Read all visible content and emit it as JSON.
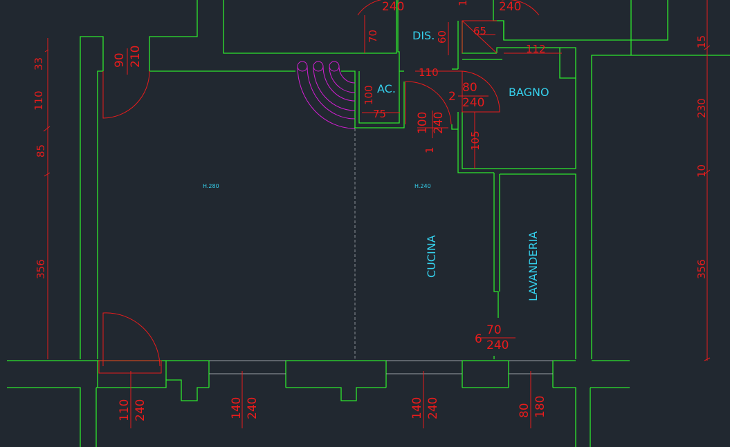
{
  "rooms": {
    "dis": "DIS.",
    "ac": "AC.",
    "bagno": "BAGNO",
    "cucina": "CUCINA",
    "lavanderia": "LAVANDERIA"
  },
  "heights": {
    "main": "H.280",
    "kitchen": "H.240"
  },
  "dims": {
    "left": [
      "33",
      "110",
      "85",
      "356"
    ],
    "right": [
      "15",
      "230",
      "10",
      "356"
    ],
    "top": [
      "240",
      "240",
      "70",
      "60",
      "65",
      "112",
      "110",
      "1"
    ],
    "doors": {
      "entry": [
        "90",
        "210"
      ],
      "bagno": [
        "2",
        "80",
        "240"
      ],
      "cucina_door": [
        "100",
        "240",
        "1"
      ],
      "lav_door": [
        "6",
        "70",
        "240"
      ]
    },
    "interior": [
      "100",
      "75",
      "105"
    ],
    "windows": [
      [
        "110",
        "240"
      ],
      [
        "140",
        "240"
      ],
      [
        "140",
        "240"
      ],
      [
        "80",
        "180"
      ]
    ]
  }
}
